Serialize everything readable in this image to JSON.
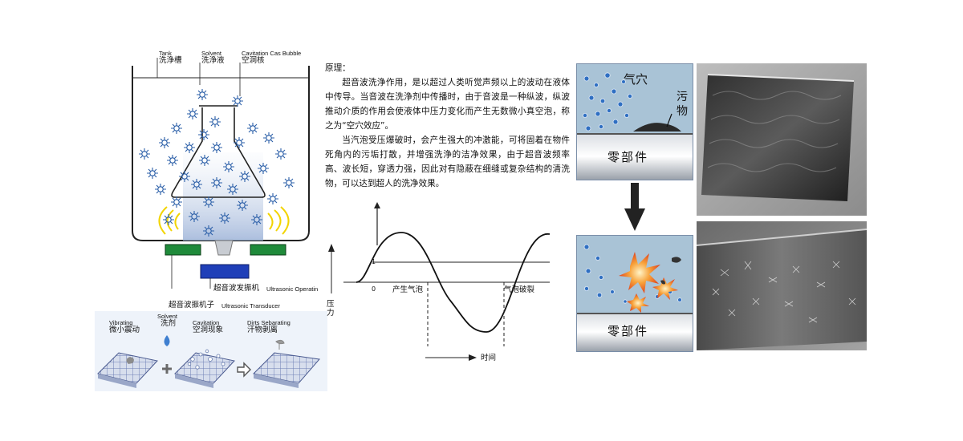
{
  "tank_diagram": {
    "tank": {
      "en": "Tank",
      "zh": "洗浄槽"
    },
    "solvent": {
      "en": "Solvent",
      "zh": "洗浄液"
    },
    "bubble": {
      "en": "Cavitation Cas Bubble",
      "zh": "空洞核"
    },
    "generator": {
      "zh": "超音波发振机",
      "en": "Ultrasonic Operatin"
    },
    "transducer": {
      "zh": "超音波振机子",
      "en": "Ultrasonic Transducer"
    }
  },
  "process_strip": {
    "vibrating": {
      "en": "Vibrating",
      "zh": "微小震动"
    },
    "solvent": {
      "en": "Solvent",
      "zh": "洗剂"
    },
    "cavitation": {
      "en": "Cavitation",
      "zh": "空洞现象"
    },
    "dirts": {
      "en": "Dirts Sebarating",
      "zh": "汗物剥离"
    }
  },
  "principle": {
    "title": "原理：",
    "para1": "超音波洗浄作用，是以超过人类听觉声频以上的波动在液体中传导。当音波在洗浄剂中传播时，由于音波是一种纵波，纵波推动介质的作用会使液体中压力变化而产生无数微小真空泡，称之为“空穴效应”。",
    "para2": "当汽泡受压爆破时，会产生强大的冲激能，可将固着在物件死角内的污垢打散，并增强洗浄的洁净效果，由于超音波频率高、波长短，穿透力强，因此对有隐蔽在细缝或复杂结构的清洗物，可以达到超人的洗净效果。"
  },
  "wave_chart": {
    "y_axis_label": "压力",
    "x_axis_label": "时间",
    "tick_one": "1",
    "tick_zero": "0",
    "bubble_forms": "产生气泡",
    "bubble_bursts": "气泡破裂"
  },
  "cleaning_panels": {
    "cavity": "气穴",
    "dirt": "污物",
    "part_top": "零部件",
    "part_bottom": "零部件"
  },
  "colors": {
    "water": "#a9c3d6",
    "bubble": "#3b78c4",
    "transducer_green": "#1f8a3a",
    "generator_blue": "#1f3fb8",
    "burst_orange": "#ef5a2a",
    "arrow": "#222222"
  }
}
